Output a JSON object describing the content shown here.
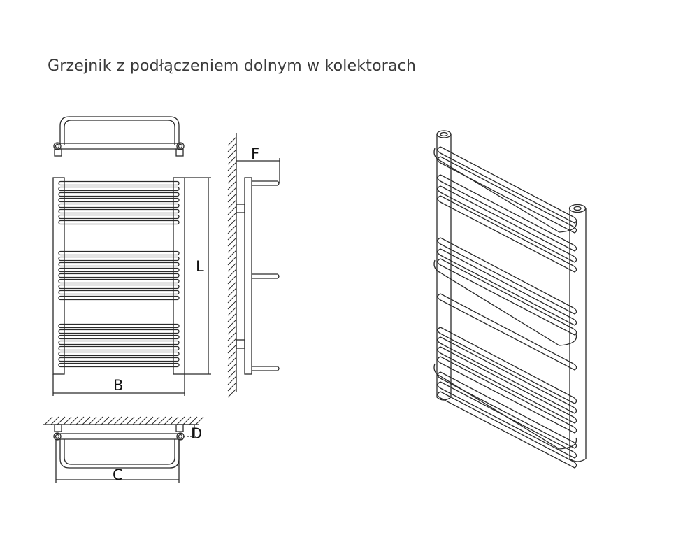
{
  "title": "Grzejnik z podłączeniem dolnym w kolektorach",
  "dimension_labels": {
    "L": "L",
    "B": "B",
    "F": "F",
    "D": "D",
    "C": "C"
  },
  "colors": {
    "line": "#2b2b2b",
    "hatch": "#2b2b2b",
    "background": "#ffffff"
  }
}
